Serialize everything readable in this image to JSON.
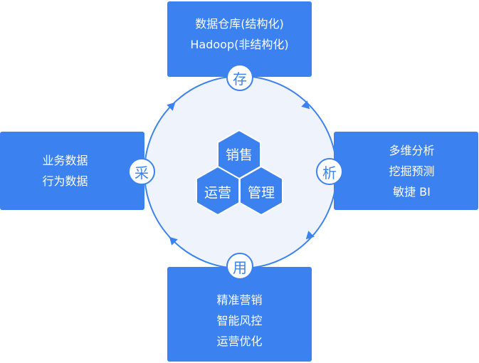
{
  "cycle": {
    "top": {
      "badge": "存",
      "lines": [
        "数据仓库(结构化)",
        "Hadoop(非结构化)"
      ]
    },
    "left": {
      "badge": "采",
      "lines": [
        "业务数据",
        "行为数据"
      ]
    },
    "right": {
      "badge": "析",
      "lines": [
        "多维分析",
        "挖掘预测",
        "敏捷 BI"
      ]
    },
    "bottom": {
      "badge": "用",
      "lines": [
        "精准营销",
        "智能风控",
        "运营优化"
      ]
    }
  },
  "center": {
    "sales": "销售",
    "operations": "运营",
    "management": "管理"
  },
  "colors": {
    "primary": "#3b82f0",
    "ring_fill": "#eef3fc",
    "hex_fill": "#3b82f0",
    "hex_stroke": "#ffffff",
    "text_on_primary": "#ffffff"
  }
}
